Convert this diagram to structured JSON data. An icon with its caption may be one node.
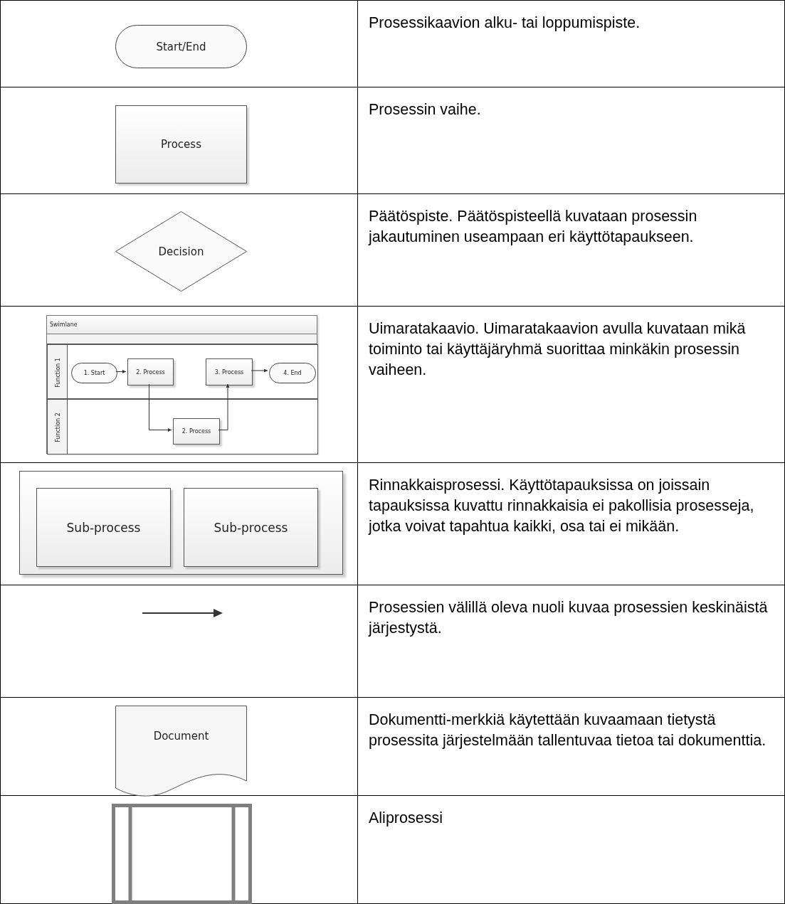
{
  "diagram": {
    "nodes": [
      {
        "text": [
          "Start/End"
        ]
      },
      {
        "text": [
          "Process"
        ]
      },
      {
        "text": [
          "Decision"
        ]
      },
      {
        "text": [
          "Swimlane"
        ]
      },
      {
        "text": [
          "Function 1"
        ],
        "in": 3
      },
      {
        "text": [
          "Function 2"
        ],
        "in": 3
      },
      {
        "text": [
          "1. Start"
        ],
        "in": 4
      },
      {
        "text": [
          "2. Process"
        ],
        "in": 4
      },
      {
        "text": [
          "3. Process"
        ],
        "in": 4
      },
      {
        "text": [
          "4. End"
        ],
        "in": 4
      },
      {
        "text": [
          "2. Process"
        ],
        "in": 5
      },
      {
        "text": [],
        "shape": "box"
      },
      {
        "text": [
          "Sub-process"
        ],
        "in": 11
      },
      {
        "text": [
          "Sub-process"
        ],
        "in": 11
      },
      {
        "text": [
          "Document"
        ]
      },
      {
        "text": [],
        "shape": "box"
      }
    ],
    "edges": [
      {
        "from": 6,
        "to": 7,
        "arrow": "to"
      },
      {
        "from": 7,
        "to": 10,
        "arrow": "to"
      },
      {
        "from": 10,
        "to": 8,
        "arrow": "to"
      },
      {
        "from": 8,
        "to": 9,
        "arrow": "to"
      }
    ],
    "labels": [
      "Prosessikaavion alku- tai loppumispiste.",
      "Prosessin vaihe.",
      "Päätöspiste. Päätöspisteellä kuvataan prosessin jakautuminen useampaan eri käyttötapaukseen.",
      "Uimaratakaavio. Uimaratakaavion avulla kuvataan mikä toiminto tai käyttäjäryhmä suorittaa minkäkin prosessin vaiheen.",
      "Rinnakkaisprosessi. Käyttötapauksissa on joissain tapauksissa kuvattu rinnakkaisia ei pakollisia prosesseja, jotka voivat tapahtua kaikki, osa tai ei mikään.",
      "Prosessien välillä oleva nuoli kuvaa prosessien keskinäistä järjestystä.",
      "Dokumentti-merkkiä käytettään kuvaamaan tietystä prosessita järjestelmään tallentuvaa tietoa tai dokumenttia.",
      "Aliprosessi"
    ]
  }
}
